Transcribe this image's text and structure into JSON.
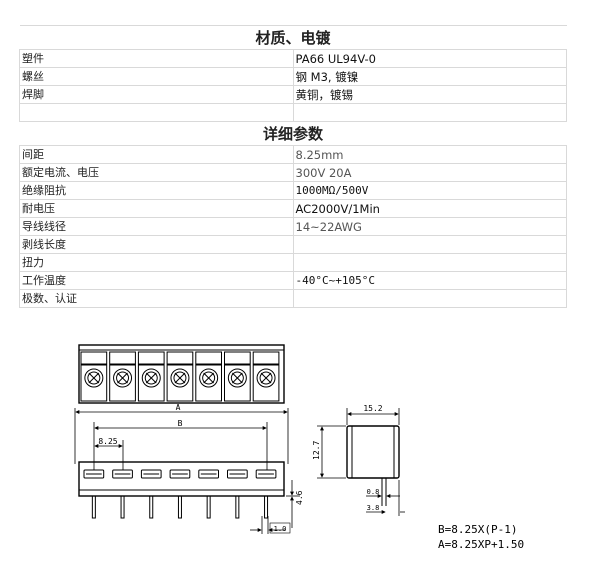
{
  "materials": {
    "heading": "材质、电镀",
    "rows": [
      {
        "label": "塑件",
        "value": "PA66 UL94V-0"
      },
      {
        "label": "螺丝",
        "value": "钢 M3, 镀镍"
      },
      {
        "label": "焊脚",
        "value": "黄铜，镀锡"
      }
    ]
  },
  "details": {
    "heading": "详细参数",
    "rows": [
      {
        "label": "间距",
        "value": "8.25mm"
      },
      {
        "label": "额定电流、电压",
        "value": "300V  20A"
      },
      {
        "label": "绝缘阻抗",
        "value": "1000MΩ/500V"
      },
      {
        "label": "耐电压",
        "value": "AC2000V/1Min"
      },
      {
        "label": "导线线径",
        "value": "14~22AWG"
      },
      {
        "label": "剥线长度",
        "value": ""
      },
      {
        "label": "扭力",
        "value": ""
      },
      {
        "label": "工作温度",
        "value": "-40°C~+105°C"
      },
      {
        "label": "极数、认证",
        "value": ""
      }
    ]
  },
  "drawing": {
    "pole_count": 7,
    "dim_a": "A",
    "dim_b": "B",
    "dim_pitch": "8.25",
    "dim_4_6": "4.6",
    "dim_1_0": "1.0",
    "dim_15_2": "15.2",
    "dim_12_7": "12.7",
    "dim_0_8": "0.8",
    "dim_3_8": "3.8",
    "formula_b": "B=8.25X(P-1)",
    "formula_a": "A=8.25XP+1.50"
  }
}
